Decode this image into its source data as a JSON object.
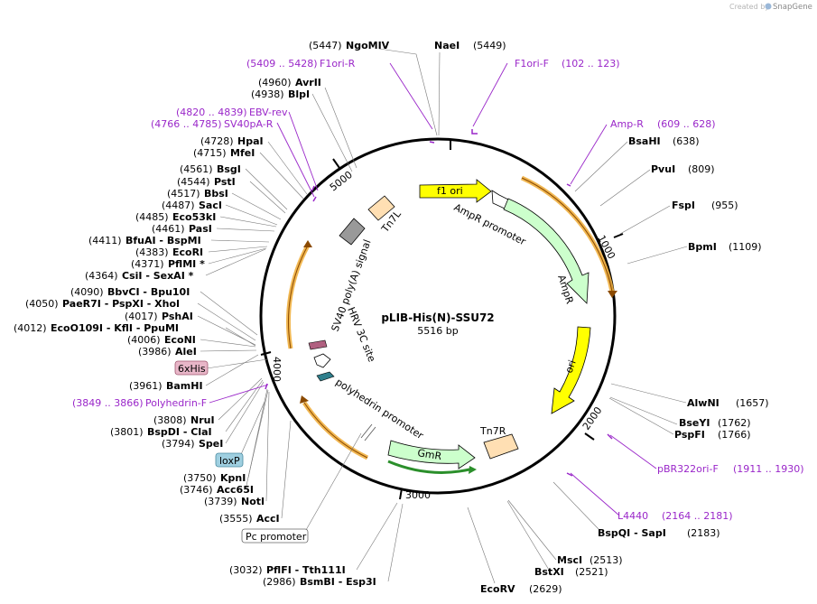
{
  "credit": {
    "created_by": "Created by",
    "product": "SnapGene"
  },
  "plasmid": {
    "name": "pLIB-His(N)-SSU72",
    "length_label": "5516 bp"
  },
  "ticks": [
    "1000",
    "2000",
    "3000",
    "4000",
    "5000"
  ],
  "sites": [
    {
      "pos": "(5447)",
      "name": "NgoMIV"
    },
    {
      "pos": "(5449)",
      "name": "NaeI"
    },
    {
      "pos": "(4960)",
      "name": "AvrII"
    },
    {
      "pos": "(4938)",
      "name": "BlpI"
    },
    {
      "pos": "(4728)",
      "name": "HpaI"
    },
    {
      "pos": "(4715)",
      "name": "MfeI"
    },
    {
      "pos": "(4561)",
      "name": "BsgI"
    },
    {
      "pos": "(4544)",
      "name": "PstI"
    },
    {
      "pos": "(4517)",
      "name": "BbsI"
    },
    {
      "pos": "(4487)",
      "name": "SacI"
    },
    {
      "pos": "(4485)",
      "name": "Eco53kI"
    },
    {
      "pos": "(4461)",
      "name": "PasI"
    },
    {
      "pos": "(4411)",
      "name": "BfuAI  - BspMI"
    },
    {
      "pos": "(4383)",
      "name": "EcoRI"
    },
    {
      "pos": "(4371)",
      "name": "PflMI *"
    },
    {
      "pos": "(4364)",
      "name": "CsiI  - SexAI *"
    },
    {
      "pos": "(4090)",
      "name": "BbvCI  - Bpu10I"
    },
    {
      "pos": "(4050)",
      "name": "PaeR7I  - PspXI  - XhoI"
    },
    {
      "pos": "(4017)",
      "name": "PshAI"
    },
    {
      "pos": "(4012)",
      "name": "EcoO109I  - KflI  - PpuMI"
    },
    {
      "pos": "(4006)",
      "name": "EcoNI"
    },
    {
      "pos": "(3986)",
      "name": "AleI"
    },
    {
      "pos": "(3961)",
      "name": "BamHI"
    },
    {
      "pos": "(3808)",
      "name": "NruI"
    },
    {
      "pos": "(3801)",
      "name": "BspDI  - ClaI"
    },
    {
      "pos": "(3794)",
      "name": "SpeI"
    },
    {
      "pos": "(3750)",
      "name": "KpnI"
    },
    {
      "pos": "(3746)",
      "name": "Acc65I"
    },
    {
      "pos": "(3739)",
      "name": "NotI"
    },
    {
      "pos": "(3555)",
      "name": "AccI"
    },
    {
      "pos": "(3032)",
      "name": "PflFI  - Tth111I"
    },
    {
      "pos": "(2986)",
      "name": "BsmBI  - Esp3I"
    },
    {
      "pos": "(2629)",
      "name": "EcoRV"
    },
    {
      "pos": "(2521)",
      "name": "BstXI"
    },
    {
      "pos": "(2513)",
      "name": "MscI"
    },
    {
      "pos": "(2183)",
      "name": "BspQI  - SapI"
    },
    {
      "pos": "(1766)",
      "name": "PspFI"
    },
    {
      "pos": "(1762)",
      "name": "BseYI"
    },
    {
      "pos": "(1657)",
      "name": "AlwNI"
    },
    {
      "pos": "(1109)",
      "name": "BpmI"
    },
    {
      "pos": "(955)",
      "name": "FspI"
    },
    {
      "pos": "(809)",
      "name": "PvuI"
    },
    {
      "pos": "(638)",
      "name": "BsaHI"
    }
  ],
  "primers": [
    {
      "name": "F1ori-R",
      "range": "(5409 .. 5428)"
    },
    {
      "name": "F1ori-F",
      "range": "(102 .. 123)"
    },
    {
      "name": "EBV-rev",
      "range": "(4820 .. 4839)"
    },
    {
      "name": "SV40pA-R",
      "range": "(4766 .. 4785)"
    },
    {
      "name": "Amp-R",
      "range": "(609 .. 628)"
    },
    {
      "name": "Polyhedrin-F",
      "range": "(3849 .. 3866)"
    },
    {
      "name": "pBR322ori-F",
      "range": "(1911 .. 1930)"
    },
    {
      "name": "L4440",
      "range": "(2164 .. 2181)"
    }
  ],
  "features": [
    {
      "name": "f1 ori"
    },
    {
      "name": "AmpR promoter"
    },
    {
      "name": "AmpR"
    },
    {
      "name": "ori"
    },
    {
      "name": "Tn7R"
    },
    {
      "name": "GmR"
    },
    {
      "name": "polyhedrin promoter"
    },
    {
      "name": "HRV 3C site"
    },
    {
      "name": "SV40 poly(A) signal"
    },
    {
      "name": "Tn7L"
    }
  ],
  "boxed_labels": [
    {
      "name": "6xHis",
      "fill": "#e8b6c8"
    },
    {
      "name": "loxP",
      "fill": "#9fcfe0"
    },
    {
      "name": "Pc promoter",
      "fill": "#ffffff"
    }
  ],
  "colors": {
    "primer": "#9a27c9",
    "f1_ori": "#ffff00",
    "ori": "#ffff00",
    "ampr": "#ccffcc",
    "gmr": "#ccffcc",
    "tn7": "#ffdfb3",
    "sv40": "#999999",
    "his": "#b06080",
    "hrv": "#2f7f8c",
    "orf_highlight": "#f0b040"
  }
}
